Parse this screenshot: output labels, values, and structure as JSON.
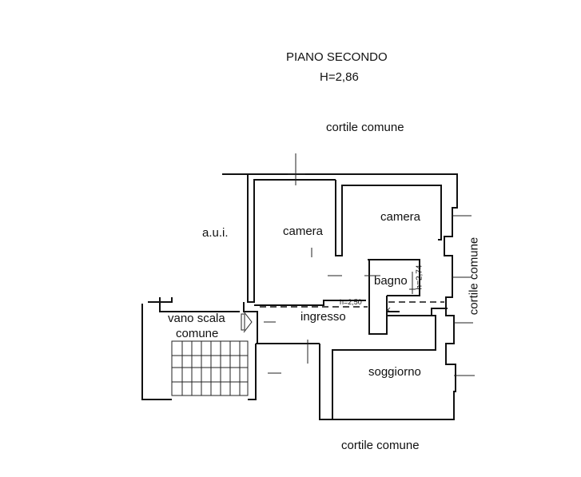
{
  "title": "PIANO SECONDO",
  "height_label": "H=2,86",
  "labels": {
    "cortile_top": "cortile comune",
    "cortile_right": "cortile comune",
    "cortile_bottom": "cortile comune",
    "aui": "a.u.i.",
    "camera_left": "camera",
    "camera_right": "camera",
    "bagno": "bagno",
    "bagno_height": "h=2,74",
    "ingresso": "ingresso",
    "ingresso_height": "h=2,50",
    "vano_scala": "vano scala",
    "vano_comune": "comune",
    "soggiorno": "soggiorno",
    "k": "k"
  }
}
